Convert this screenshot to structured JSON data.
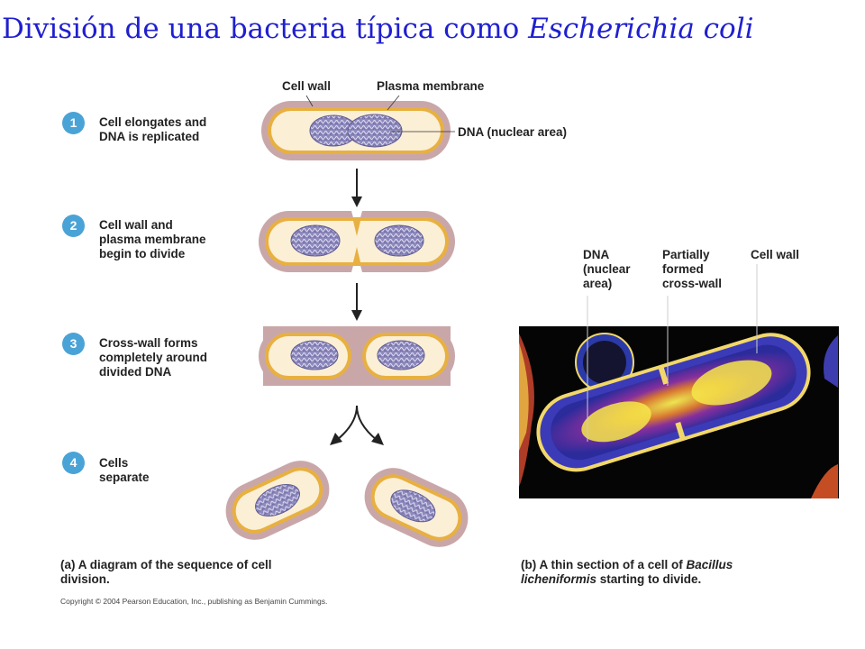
{
  "title": {
    "prefix": "División de una bacteria típica como ",
    "italic": "Escherichia coli"
  },
  "diagram_a": {
    "top_labels": {
      "cell_wall": "Cell wall",
      "plasma_membrane": "Plasma membrane",
      "dna": "DNA (nuclear area)"
    },
    "steps": [
      {
        "number": "1",
        "text": "Cell elongates and\nDNA is replicated"
      },
      {
        "number": "2",
        "text": "Cell wall and\nplasma membrane\nbegin to divide"
      },
      {
        "number": "3",
        "text": "Cross-wall forms\ncompletely around\ndivided DNA"
      },
      {
        "number": "4",
        "text": "Cells\nseparate"
      }
    ],
    "caption_letter": "(a)",
    "caption": "A diagram of the sequence of cell division."
  },
  "micrograph_b": {
    "labels": {
      "dna": "DNA\n(nuclear\narea)",
      "cross_wall": "Partially\nformed\ncross-wall",
      "cell_wall": "Cell wall"
    },
    "caption_letter": "(b)",
    "caption_text": "A thin section of a cell of ",
    "caption_italic": "Bacillus licheniformis",
    "caption_end": " starting to divide."
  },
  "copyright": "Copyright © 2004 Pearson Education, Inc., publishing as Benjamin Cummings.",
  "colors": {
    "title": "#1f1fd0",
    "cell_outer": "#c9a7a9",
    "cell_inner": "#e8b040",
    "cytoplasm": "#fbefd6",
    "dna": "#8a86b8",
    "step_circle": "#4aa3d6"
  }
}
